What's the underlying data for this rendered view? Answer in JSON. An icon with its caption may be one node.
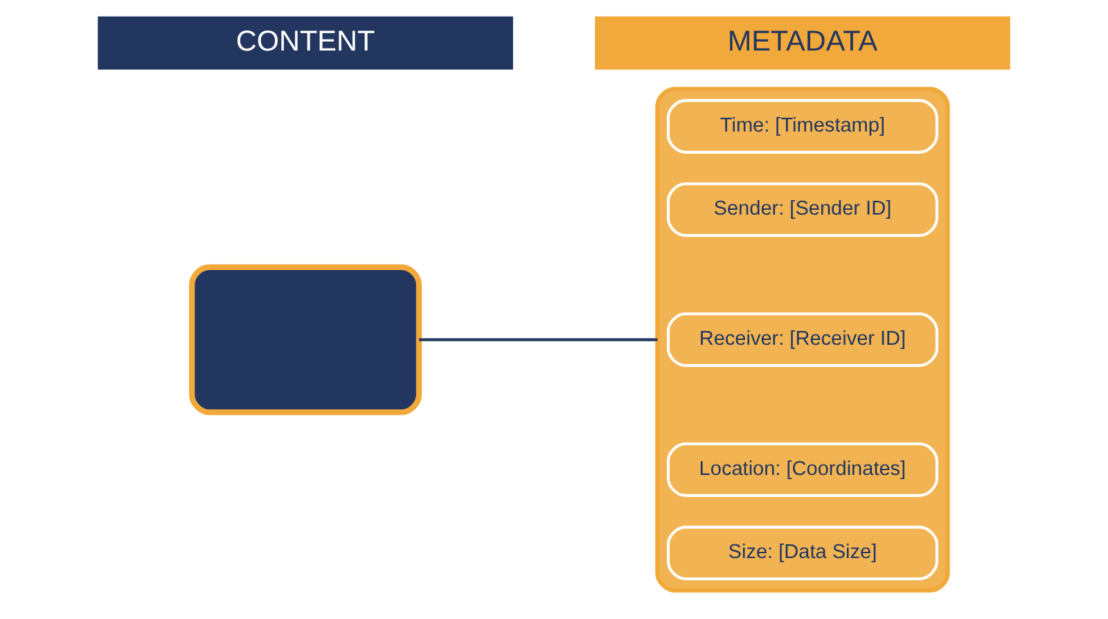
{
  "diagram": {
    "nodes": [
      {
        "text": [
          "CONTENT"
        ]
      },
      {
        "text": [
          "METADATA"
        ]
      },
      {
        "text": [],
        "shape": "envelope"
      },
      {
        "text": [],
        "shape": "box"
      },
      {
        "text": [
          "Time: [Timestamp]"
        ],
        "in": 3
      },
      {
        "text": [
          "Sender: [Sender ID]"
        ],
        "in": 3
      },
      {
        "text": [
          "Receiver: [Receiver ID]"
        ],
        "in": 3
      },
      {
        "text": [
          "Location: [Coordinates]"
        ],
        "in": 3
      },
      {
        "text": [
          "Size: [Data Size]"
        ],
        "in": 3
      }
    ],
    "edges": [
      {
        "from": 2,
        "to": 3,
        "arrow": "none"
      }
    ]
  }
}
